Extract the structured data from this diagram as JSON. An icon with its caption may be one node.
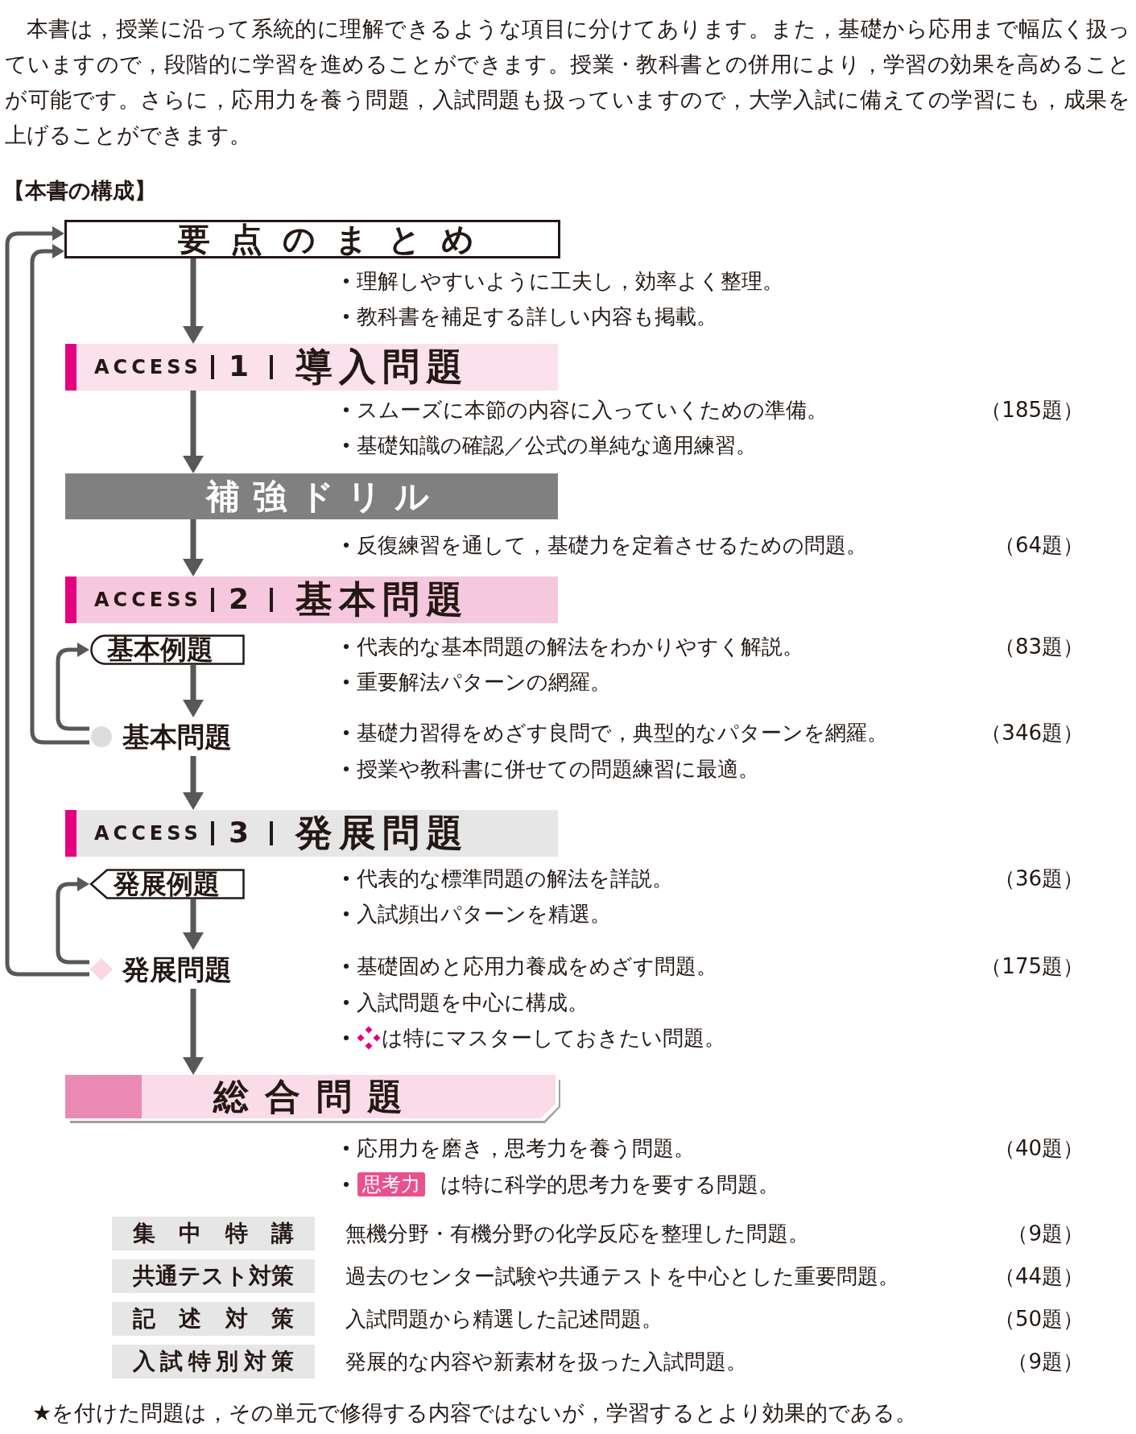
{
  "diagram": {
    "nodes": [
      {
        "text": [
          "要点のまとめ"
        ],
        "beside": [
          "理解しやすいように工夫し，効率よく整理。",
          "教科書を補足する詳しい内容も掲載。"
        ]
      },
      {
        "text": [
          "ACCESS",
          "1",
          "導入問題"
        ],
        "beside": [
          "スムーズに本節の内容に入っていくための準備。",
          "基礎知識の確認／公式の単純な適用練習。"
        ]
      },
      {
        "text": [
          "補強ドリル"
        ],
        "beside": [
          "反復練習を通して，基礎力を定着させるための問題。"
        ]
      },
      {
        "text": [
          "ACCESS",
          "2",
          "基本問題"
        ]
      },
      {
        "text": [
          "基本例題"
        ],
        "beside": [
          "代表的な基本問題の解法をわかりやすく解説。",
          "重要解法パターンの網羅。"
        ]
      },
      {
        "text": [
          "基本問題"
        ],
        "beside": [
          "基礎力習得をめざす良問で，典型的なパターンを網羅。",
          "授業や教科書に併せての問題練習に最適。"
        ]
      },
      {
        "text": [
          "ACCESS",
          "3",
          "発展問題"
        ]
      },
      {
        "text": [
          "発展例題"
        ],
        "beside": [
          "代表的な標準問題の解法を詳説。",
          "入試頻出パターンを精選。"
        ]
      },
      {
        "text": [
          "発展問題"
        ],
        "beside": [
          "基礎固めと応用力養成をめざす問題。",
          "入試問題を中心に構成。",
          "は特にマスターしておきたい問題。"
        ]
      },
      {
        "text": [
          "総合問題"
        ],
        "beside": [
          "応用力を磨き，思考力を養う問題。",
          "思考力",
          "は特に科学的思考力を要する問題。"
        ]
      },
      {
        "text": [
          "集中特講"
        ],
        "beside": [
          "無機分野・有機分野の化学反応を整理した問題。"
        ]
      },
      {
        "text": [
          "共通テスト対策"
        ],
        "beside": [
          "過去のセンター試験や共通テストを中心とした重要問題。"
        ]
      },
      {
        "text": [
          "記述対策"
        ],
        "beside": [
          "入試問題から精選した記述問題。"
        ]
      },
      {
        "text": [
          "入試特別対策"
        ],
        "beside": [
          "発展的な内容や新素材を扱った入試問題。"
        ]
      }
    ],
    "edges": [
      {
        "from": 0,
        "to": 1,
        "arrow": "to"
      },
      {
        "from": 1,
        "to": 2,
        "arrow": "to"
      },
      {
        "from": 2,
        "to": 3,
        "arrow": "to"
      },
      {
        "from": 4,
        "to": 5,
        "arrow": "to"
      },
      {
        "from": 5,
        "to": 6,
        "arrow": "to"
      },
      {
        "from": 7,
        "to": 8,
        "arrow": "to"
      },
      {
        "from": 8,
        "to": 9,
        "arrow": "to"
      },
      {
        "from": 5,
        "to": 4,
        "arrow": "to"
      },
      {
        "from": 5,
        "to": 0,
        "arrow": "to"
      },
      {
        "from": 8,
        "to": 7,
        "arrow": "to"
      },
      {
        "from": 8,
        "to": 0,
        "arrow": "to"
      }
    ],
    "labels": [
      "本書は，授業に沿って系統的に理解できるような項目に分けてあります。また，基礎から応用まで幅広く扱っていますので，段階的に学習を進めることができます。授業・教科書との併用により，学習の効果を高めることが可能です。さらに，応用力を養う問題，入試問題も扱っていますので，大学入試に備えての学習にも，成果を上げることができます。",
      "【本書の構成】",
      "（185題）",
      "（64題）",
      "（83題）",
      "（346題）",
      "（36題）",
      "（175題）",
      "（40題）",
      "（9題）",
      "（44題）",
      "（50題）",
      "（9題）",
      "★を付けた問題は，その単元で修得する内容ではないが，学習するとより効果的である。"
    ]
  }
}
